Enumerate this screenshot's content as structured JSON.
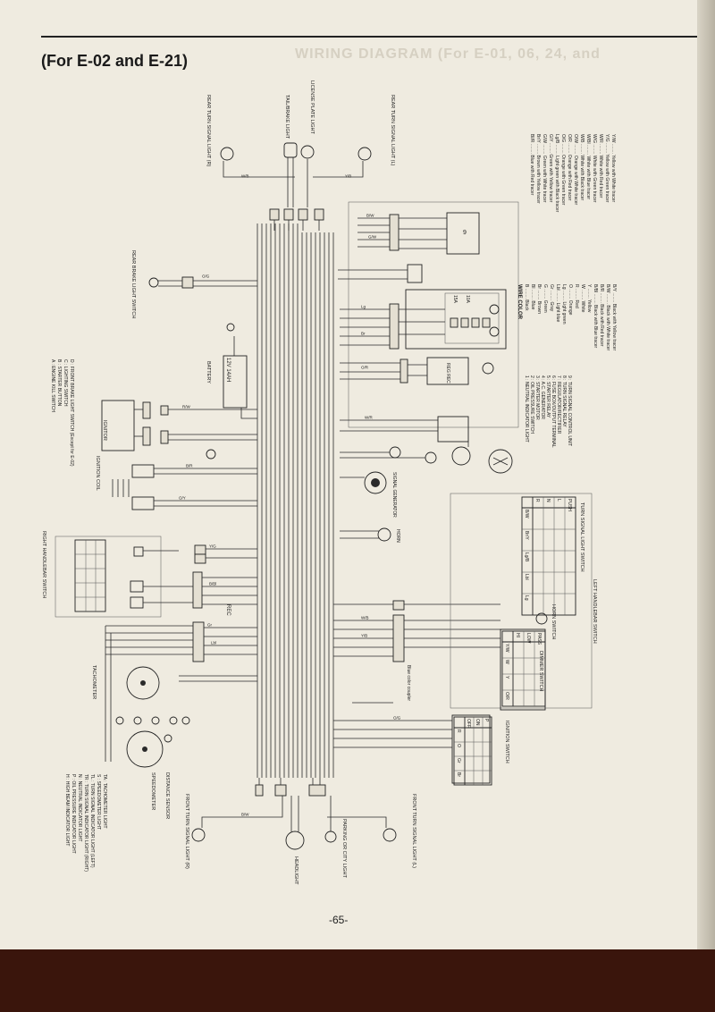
{
  "page": {
    "title": "(For E-02 and E-21)",
    "bleed_through": "WIRING DIAGRAM (For E-01, 06, 24, and",
    "page_number": "-65-"
  },
  "components": {
    "rear_turn_r": "REAR TURN SIGNAL LIGHT (R)",
    "tail_brake": "TAIL/BRAKE LIGHT",
    "license": "LICENSE PLATE LIGHT",
    "rear_turn_l": "REAR TURN SIGNAL LIGHT (L)",
    "rear_brake_switch": "REAR BRAKE LIGHT SWITCH",
    "battery": "BATTERY",
    "battery_spec": "12V 14AH",
    "ignitor": "IGNITOR",
    "ignition_coil": "IGNITION COIL",
    "signal_generator": "SIGNAL GENERATOR",
    "horn": "HORN",
    "right_handlebar_switch": "RIGHT HANDLEBAR SWITCH",
    "tachometer": "TACHOMETER",
    "speedometer": "SPEEDOMETER",
    "distance_sensor": "DISTANCE SENSOR",
    "front_turn_r": "FRONT TURN SIGNAL LIGHT (R)",
    "headlight": "HEADLIGHT",
    "parking": "PARKING OR CITY LIGHT",
    "front_turn_l": "FRONT TURN SIGNAL LIGHT (L)",
    "ignition_switch": "IGNITION SWITCH",
    "dimmer_switch": "DIMMER SWITCH",
    "horn_switch": "HORN SWITCH",
    "left_handlebar_switch": "LEFT HANDLEBAR SWITCH",
    "turn_signal_switch": "TURN SIGNAL LIGHT SWITCH",
    "reg_rec": "REG REC",
    "blue_connector": "Blue color coupler",
    "rec_marker": "REC",
    "fuse_15a": "15A",
    "fuse_10a": "10A"
  },
  "switch_legend": [
    "A : ENGINE KILL SWITCH",
    "B : STARTER BUTTON",
    "C : LIGHTING SWITCH",
    "D : FRONT BRAKE LIGHT SWITCH (Except for E-02)"
  ],
  "component_legend": [
    "1 : NEUTRAL INDICATOR LIGHT",
    "2 : OIL PRESSURE SWITCH",
    "3 : STARTER MOTOR",
    "4 : A.C. GENERATOR",
    "5 : STARTER RELAY",
    "6 : FUSE BOX/OUTPUT TERMINAL",
    "7 : REGULATOR/RECTIFIER",
    "8 : TURN SIGNAL RELAY",
    "9 : TURN SIGNAL CONTROL UNIT"
  ],
  "indicator_legend": [
    "H : HIGH BEAM INDICATOR LIGHT",
    "P : OIL PRESSURE INDICATOR LIGHT",
    "N : NEUTRAL INDICATOR LIGHT",
    "TR : TURN SIGNAL INDICATOR LIGHT (RIGHT)",
    "TL : TURN SIGNAL INDICATOR LIGHT (LEFT)",
    "S : SPEEDOMETER LIGHT",
    "TA : TACHOMETER LIGHT"
  ],
  "wire_color": {
    "heading": "WIRE COLOR",
    "singles": [
      "B ........ Black",
      "Bl ........ Blue",
      "Br ........ Brown",
      "G ........ Green",
      "Gr ........ Gray",
      "Lbl ........ Light blue",
      "Lg ........ Light green",
      "O ........ Orange",
      "R ........ Red",
      "W ........ White",
      "Y ........ Yellow",
      "B/Bl ........ Black with Blue tracer",
      "B/R ........ Black with Red tracer",
      "B/W ........ Black with White tracer",
      "B/Y ........ Black with Yellow tracer"
    ],
    "tracers": [
      "Bl/R ........ Blue with Red tracer",
      "Br/Y ........ Brown with Yellow tracer",
      "G/W ........ Green with White tracer",
      "G/Y ........ Green with Yellow tracer",
      "Lg/B ........ Light green with Black tracer",
      "O/G ........ Orange with Green tracer",
      "O/R ........ Orange with Red tracer",
      "O/W ........ Orange with White tracer",
      "W/B ........ White with Black tracer",
      "W/Bl ........ White with Blue tracer",
      "W/G ........ White with Green tracer",
      "W/R ........ White with Red tracer",
      "Y/G ........ Yellow with Green tracer",
      "Y/W ........ Yellow with White tracer"
    ]
  },
  "ignition_table": {
    "rows": [
      "OFF",
      "ON",
      "P"
    ],
    "cols": [
      "R",
      "O",
      "Gr",
      "Br"
    ]
  },
  "dimmer_table": {
    "rows": [
      "HI",
      "LOW",
      "PASS"
    ],
    "cols": [
      "Y/W",
      "W",
      "Y",
      "O/R"
    ]
  },
  "turn_table": {
    "rows": [
      "R",
      "N",
      "L",
      "PUSH"
    ],
    "cols": [
      "B/W",
      "Br/Y",
      "Lg/B",
      "Lbl",
      "Lg"
    ]
  },
  "wire_labels": [
    "W/B",
    "Y/B",
    "O/G",
    "B/W",
    "G/W",
    "Lg",
    "Br",
    "O/R",
    "W/R",
    "R/W",
    "B/R",
    "O/Y",
    "Y/G",
    "B/Bl",
    "Gr",
    "Lbl"
  ]
}
